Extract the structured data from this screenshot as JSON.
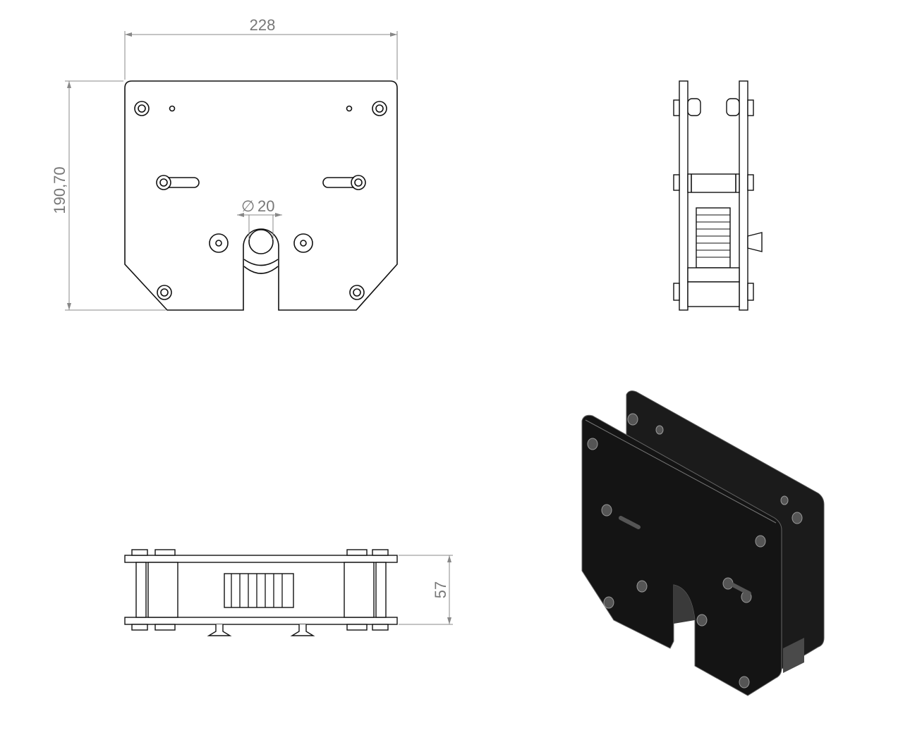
{
  "dimensions": {
    "width": "228",
    "height": "190,70",
    "bore_diameter_symbol": "∅",
    "bore_diameter": "20",
    "thickness": "57"
  },
  "colors": {
    "line": "#111111",
    "dimension": "#777777",
    "solid": "#141414"
  }
}
